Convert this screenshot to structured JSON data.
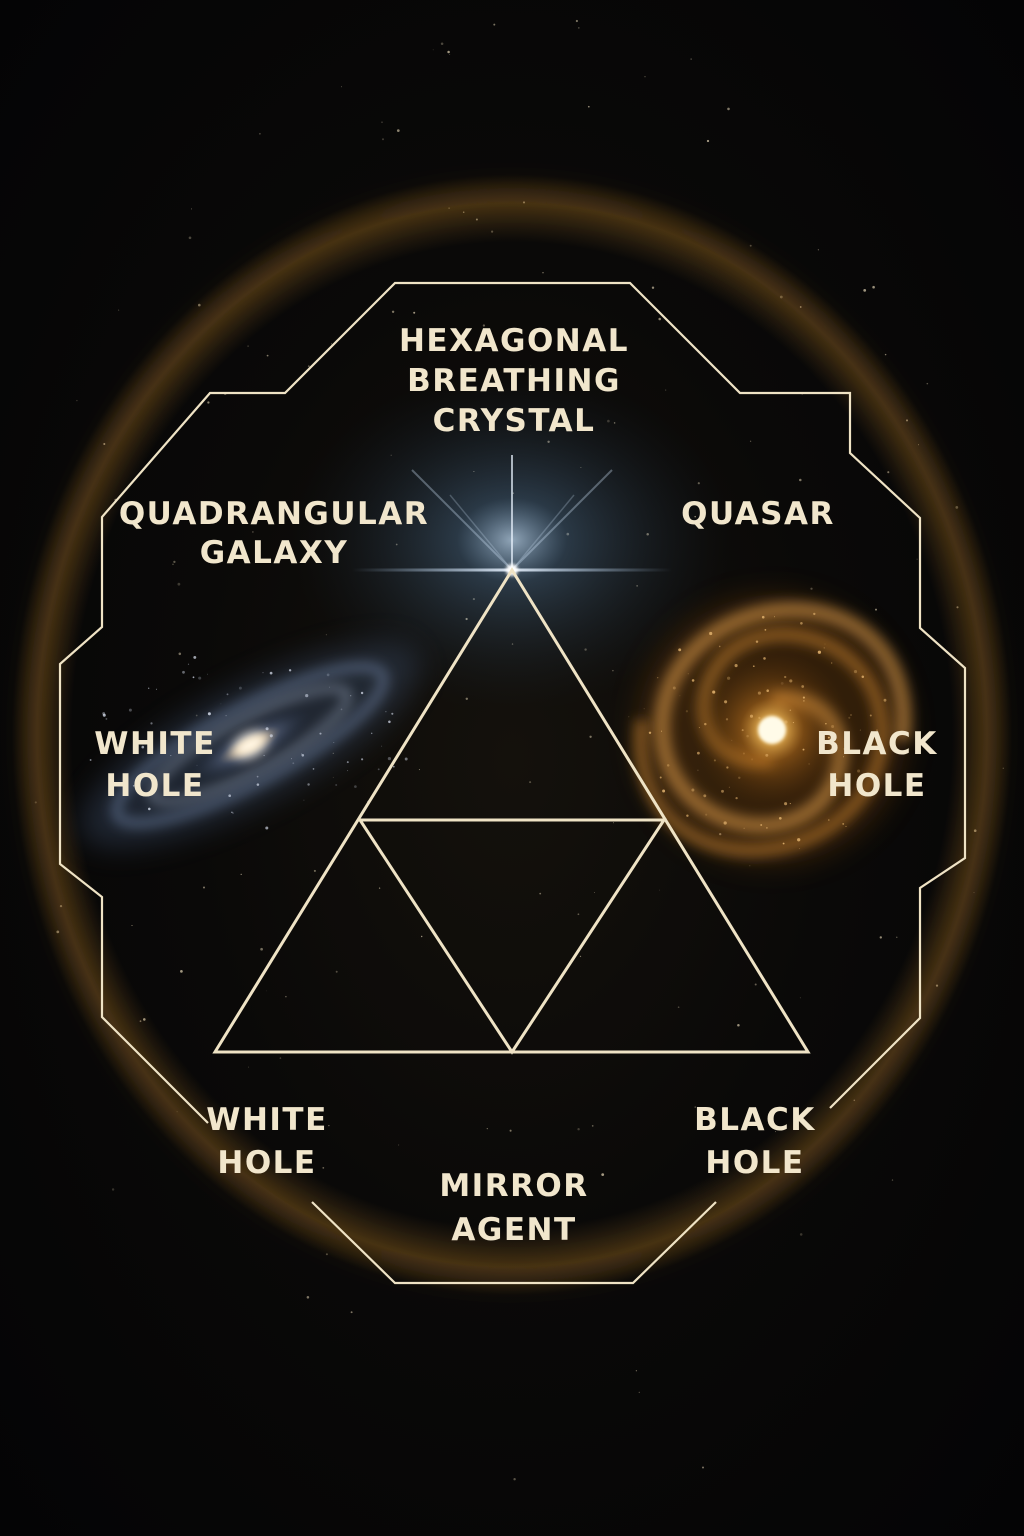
{
  "labels": {
    "top": [
      "HEXAGONAL",
      "BREATHING",
      "CRYSTAL"
    ],
    "upper_left": [
      "QUADRANGULAR",
      "GALAXY"
    ],
    "upper_right": [
      "QUASAR"
    ],
    "mid_left": [
      "WHITE",
      "HOLE"
    ],
    "mid_right": [
      "BLACK",
      "HOLE"
    ],
    "lower_left": [
      "WHITE",
      "HOLE"
    ],
    "lower_right": [
      "BLACK",
      "HOLE"
    ],
    "bottom": [
      "MIRROR",
      "AGENT"
    ]
  },
  "colors": {
    "line": "#efe3c5",
    "text": "#f1e6cc",
    "halo": "#c98a2e",
    "star_glow": "#9fc3e8",
    "galaxy_gold": "#e8a441",
    "galaxy_blue": "#8fa6c8"
  }
}
